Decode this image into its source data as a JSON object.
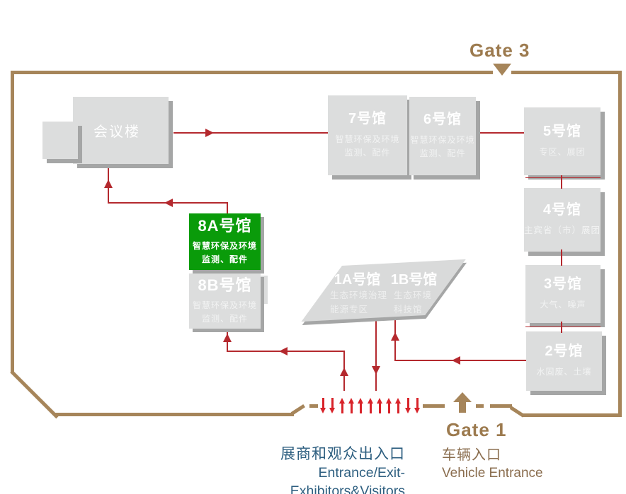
{
  "title": "exhibition-venue-map",
  "gates": {
    "gate3": "Gate 3",
    "gate1": "Gate 1"
  },
  "legend": {
    "visitor_cn": "展商和观众出入口",
    "visitor_en": "Entrance/Exit-Exhibitors&Visitors",
    "vehicle_cn": "车辆入口",
    "vehicle_en": "Vehicle Entrance"
  },
  "halls": {
    "conference": {
      "name": "会议楼"
    },
    "h7": {
      "name": "7号馆",
      "line1": "智慧环保及环境",
      "line2": "监测、配件"
    },
    "h6": {
      "name": "6号馆",
      "line1": "智慧环保及环境",
      "line2": "监测、配件"
    },
    "h5": {
      "name": "5号馆",
      "line1": "专区、展团"
    },
    "h4": {
      "name": "4号馆",
      "line1": "主宾省（市）展团"
    },
    "h3": {
      "name": "3号馆",
      "line1": "大气、噪声"
    },
    "h2": {
      "name": "2号馆",
      "line1": "水固废、土壤"
    },
    "h8a": {
      "name": "8A号馆",
      "line1": "智慧环保及环境",
      "line2": "监测、配件",
      "highlighted": true
    },
    "h8b": {
      "name": "8B号馆",
      "line1": "智慧环保及环境",
      "line2": "监测、配件"
    },
    "h1a": {
      "name": "1A号馆",
      "line1": "生态环境治理",
      "line2": "能源专区"
    },
    "h1b": {
      "name": "1B号馆",
      "line1": "生态环境",
      "line2": "科技馆"
    }
  },
  "entrance_arrows": [
    "down",
    "down",
    "up",
    "up",
    "up",
    "up",
    "up",
    "up",
    "up",
    "down",
    "down"
  ],
  "colors": {
    "venue_border": "#a6855a",
    "hall_gray": "#dcdddd",
    "hall_shadow": "#a5a6a6",
    "highlight_green": "#0a9b0a",
    "route_red": "#b4292e",
    "entrance_arrow_red": "#d8232a",
    "legend_blue": "#2e5f80",
    "legend_brown": "#8a6d4e"
  }
}
